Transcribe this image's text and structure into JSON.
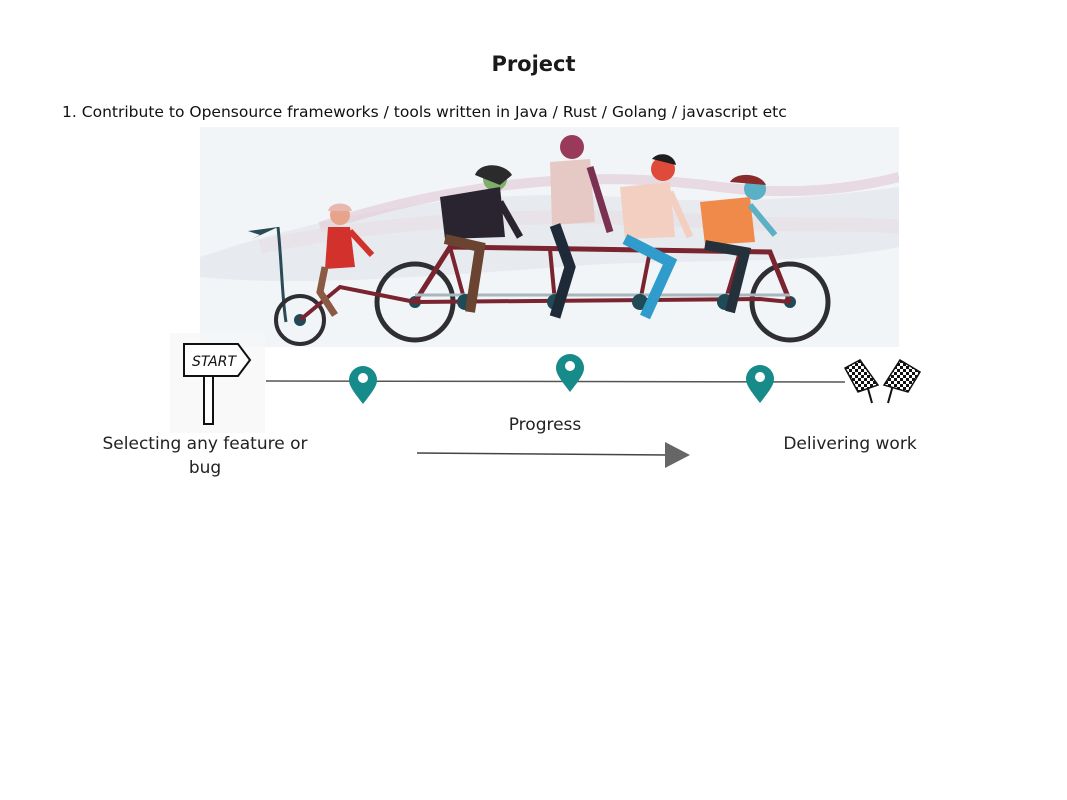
{
  "page": {
    "title": "Project"
  },
  "list": {
    "items": [
      {
        "number": "1.",
        "text": "Contribute to Opensource frameworks / tools written in Java / Rust / Golang / javascript etc"
      }
    ]
  },
  "illustration": {
    "description_icon": "tandem-bicycle-team-icon"
  },
  "timeline": {
    "start_sign_text": "START",
    "start_label": "Selecting any feature or bug",
    "progress_label": "Progress",
    "end_label": "Delivering work",
    "markers": [
      "map-pin-icon",
      "map-pin-icon",
      "map-pin-icon"
    ],
    "end_icon": "checkered-flags-icon",
    "pin_color": "#178a8a"
  }
}
